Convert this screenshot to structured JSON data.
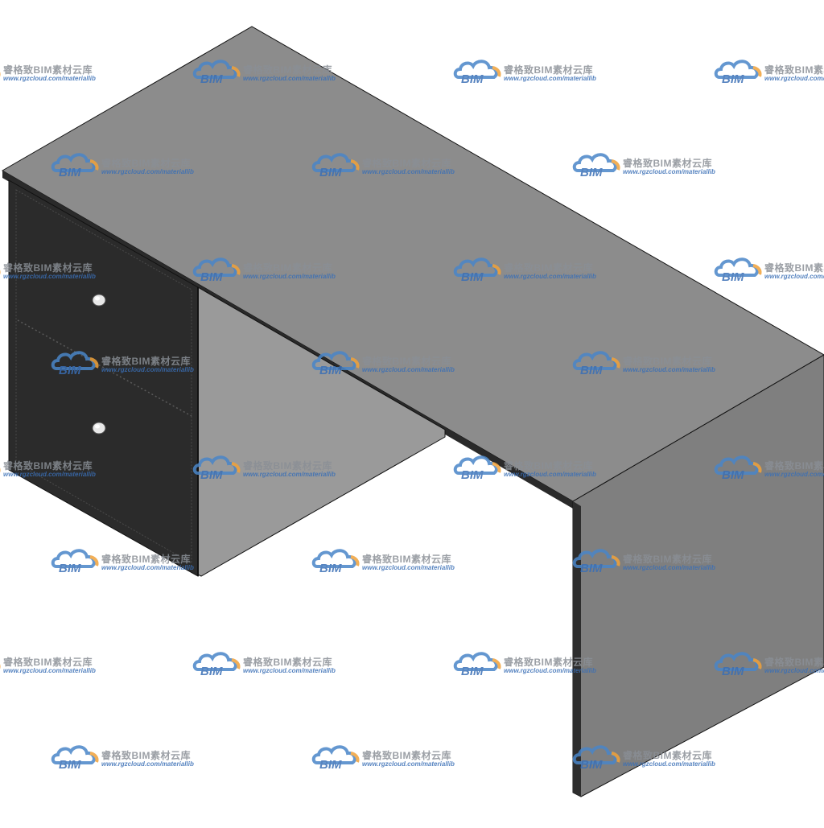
{
  "scene": {
    "subject": "desk-3d-model",
    "colors": {
      "top_surface": "#8c8c8c",
      "front_edge": "#2a2a2a",
      "drawer_front": "#2b2b2b",
      "cabinet_side": "#9a9a9a",
      "side_panel_outer": "#7f7f7f",
      "side_panel_edge": "#3a3a3a",
      "knob": "#e8e8e8",
      "outline": "#111111"
    },
    "drawers": [
      {
        "name": "upper-drawer",
        "knob": "round"
      },
      {
        "name": "lower-drawer",
        "knob": "round"
      }
    ]
  },
  "watermark": {
    "logo_text": "BIM",
    "brand": "睿格致BIM素材云库",
    "url": "www.rgzcloud.com/materiallib",
    "colors": {
      "cloud_blue": "#4a86c8",
      "cloud_orange": "#f0a23a",
      "text_gray": "#8a8f96",
      "url_blue": "#3a6fb6"
    }
  }
}
